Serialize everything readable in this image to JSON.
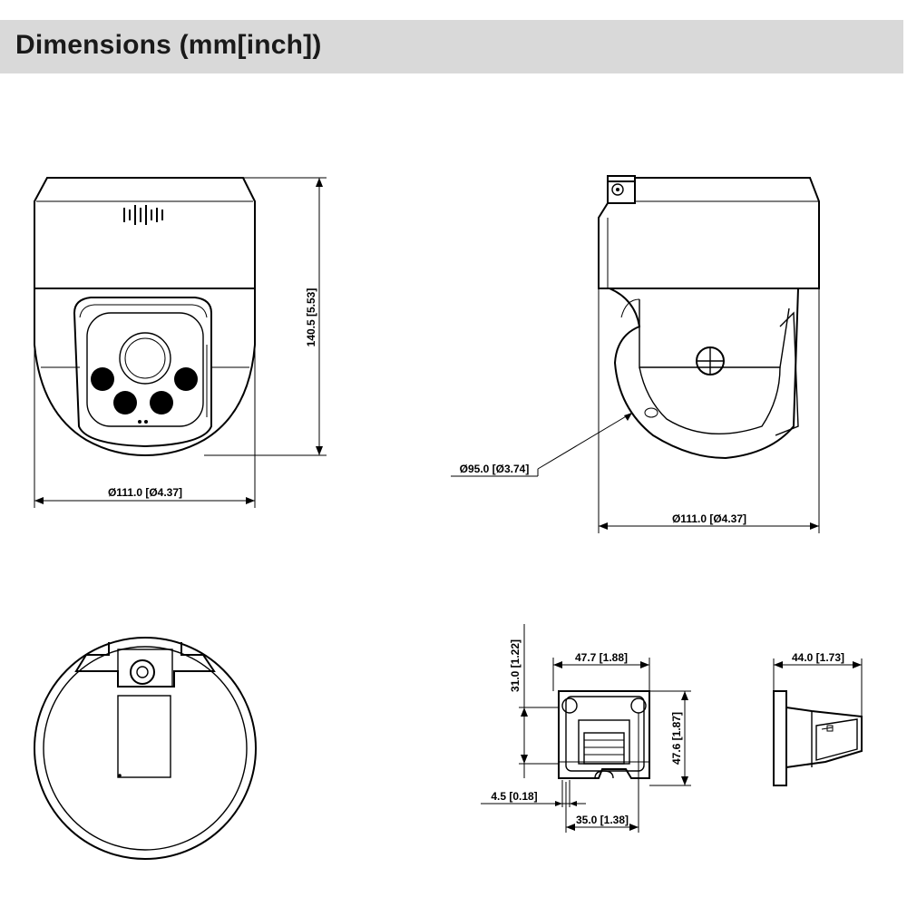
{
  "header": {
    "title": "Dimensions (mm[inch])"
  },
  "dimensions": {
    "front_height": "140.5 [5.53]",
    "front_width": "Ø111.0 [Ø4.37]",
    "side_lens": "Ø95.0 [Ø3.74]",
    "side_width": "Ø111.0 [Ø4.37]",
    "bracket_width": "47.7 [1.88]",
    "bracket_depth": "31.0 [1.22]",
    "bracket_height": "47.6 [1.87]",
    "bracket_hole": "4.5 [0.18]",
    "bracket_spacing": "35.0 [1.38]",
    "bracket_side_width": "44.0 [1.73]"
  }
}
